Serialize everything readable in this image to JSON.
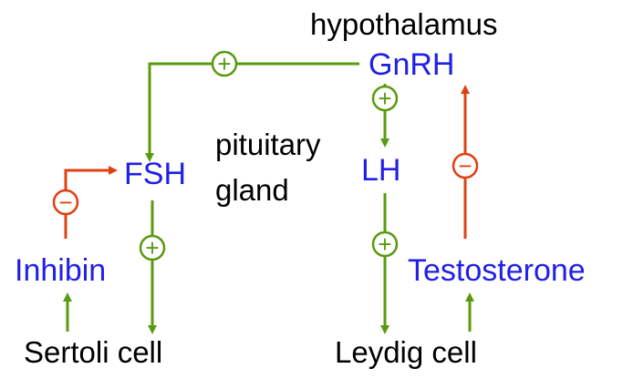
{
  "colors": {
    "hormone": "#2020e6",
    "text": "#000000",
    "stimulate": "#5a9a10",
    "inhibit": "#e04010"
  },
  "labels": {
    "hypothalamus": "hypothalamus",
    "gnrh": "GnRH",
    "pituitary_line1": "pituitary",
    "pituitary_line2": "gland",
    "fsh": "FSH",
    "lh": "LH",
    "inhibin": "Inhibin",
    "testosterone": "Testosterone",
    "sertoli": "Sertoli cell",
    "leydig": "Leydig cell"
  },
  "signs": {
    "plus": "+",
    "minus": "−"
  }
}
